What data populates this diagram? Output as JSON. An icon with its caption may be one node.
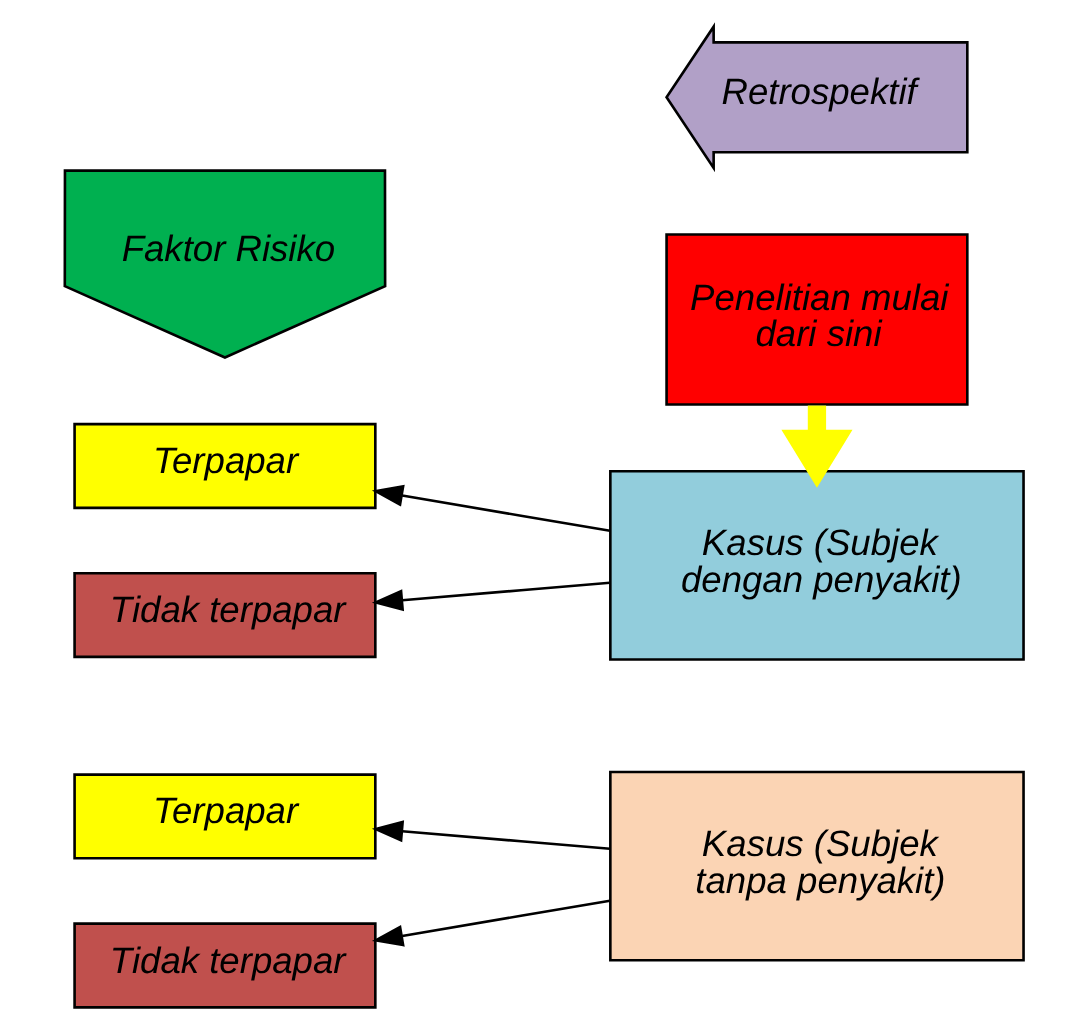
{
  "diagram": {
    "nodes": [
      {
        "text": [
          "Penelitian mulai dari sini"
        ]
      },
      {
        "text": [
          "Faktor Risiko"
        ]
      },
      {
        "text": [
          "Retrospektif"
        ]
      },
      {
        "text": [
          "Terpapar"
        ]
      },
      {
        "text": [
          "Tidak terpapar"
        ]
      },
      {
        "text": [
          "Kasus (Subjek dengan penyakit)"
        ]
      },
      {
        "text": [
          "Terpapar"
        ]
      },
      {
        "text": [
          "Tidak terpapar"
        ]
      },
      {
        "text": [
          "Kasus (Subjek tanpa penyakit)"
        ]
      }
    ],
    "edges": [
      {
        "from": 0,
        "to": 5,
        "arrow": "to",
        "style": "thick",
        "color": "#ffff00"
      },
      {
        "from": 5,
        "to": 3,
        "arrow": "to"
      },
      {
        "from": 5,
        "to": 4,
        "arrow": "to"
      },
      {
        "from": 8,
        "to": 6,
        "arrow": "to"
      },
      {
        "from": 8,
        "to": 7,
        "arrow": "to"
      }
    ]
  }
}
